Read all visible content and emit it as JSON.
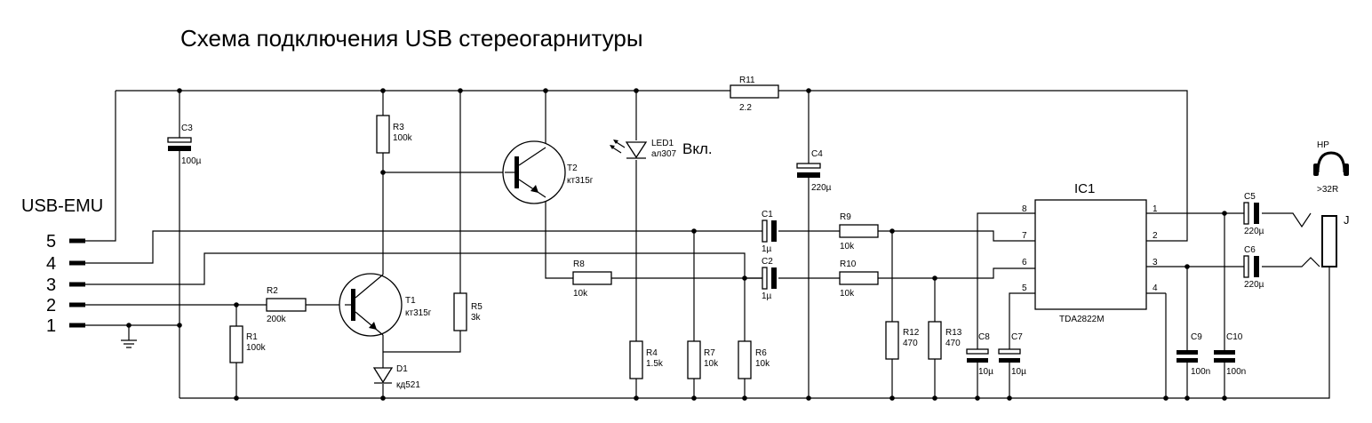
{
  "title": "Схема подключения USB стереогарнитуры",
  "connector": {
    "name": "USB-EMU",
    "pins": [
      "5",
      "4",
      "3",
      "2",
      "1"
    ]
  },
  "ic": {
    "ref": "IC1",
    "part": "TDA2822M",
    "pins": [
      "8",
      "7",
      "6",
      "5",
      "1",
      "2",
      "3",
      "4"
    ]
  },
  "components": {
    "R11": {
      "ref": "R11",
      "value": "2.2"
    },
    "C3": {
      "ref": "C3",
      "value": "100µ"
    },
    "R3": {
      "ref": "R3",
      "value": "100k"
    },
    "T2": {
      "ref": "T2",
      "value": "кт315г"
    },
    "LED1": {
      "ref": "LED1",
      "value": "ал307"
    },
    "C4": {
      "ref": "C4",
      "value": "220µ"
    },
    "C1": {
      "ref": "C1",
      "value": "1µ"
    },
    "C2": {
      "ref": "C2",
      "value": "1µ"
    },
    "R9": {
      "ref": "R9",
      "value": "10k"
    },
    "R10": {
      "ref": "R10",
      "value": "10k"
    },
    "R8": {
      "ref": "R8",
      "value": "10k"
    },
    "R2": {
      "ref": "R2",
      "value": "200k"
    },
    "T1": {
      "ref": "T1",
      "value": "кт315г"
    },
    "R5": {
      "ref": "R5",
      "value": "3k"
    },
    "R1": {
      "ref": "R1",
      "value": "100k"
    },
    "D1": {
      "ref": "D1",
      "value": "кд521"
    },
    "R4": {
      "ref": "R4",
      "value": "1.5k"
    },
    "R7": {
      "ref": "R7",
      "value": "10k"
    },
    "R6": {
      "ref": "R6",
      "value": "10k"
    },
    "R12": {
      "ref": "R12",
      "value": "470"
    },
    "R13": {
      "ref": "R13",
      "value": "470"
    },
    "C8": {
      "ref": "C8",
      "value": "10µ"
    },
    "C7": {
      "ref": "C7",
      "value": "10µ"
    },
    "C9": {
      "ref": "C9",
      "value": "100n"
    },
    "C10": {
      "ref": "C10",
      "value": "100n"
    },
    "C5": {
      "ref": "C5",
      "value": "220µ"
    },
    "C6": {
      "ref": "C6",
      "value": "220µ"
    }
  },
  "led_note": "Вкл.",
  "headphones": {
    "label": "HP",
    "impedance": ">32R"
  },
  "jack": {
    "ref": "J"
  }
}
